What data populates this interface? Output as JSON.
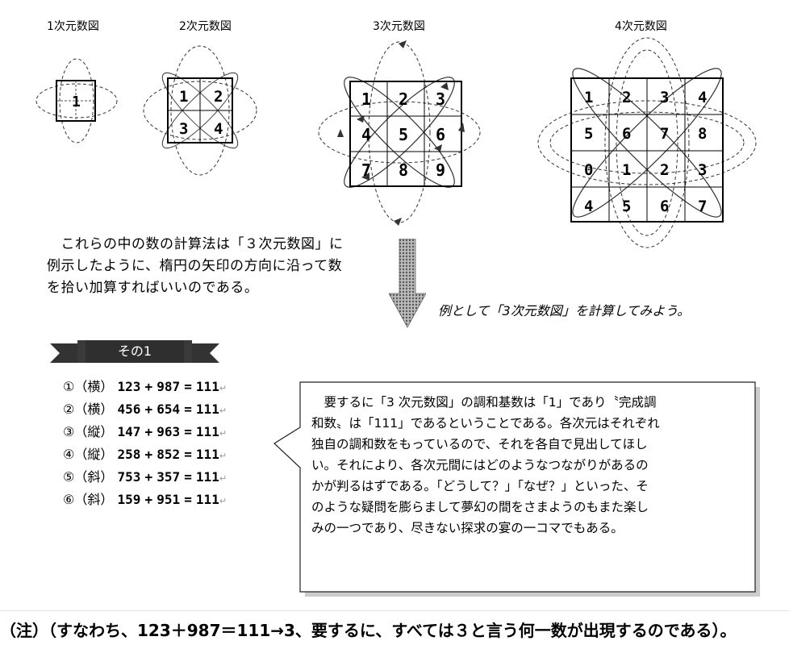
{
  "diagrams": [
    {
      "title": "1次元数図",
      "numbers": [
        [
          "1"
        ]
      ]
    },
    {
      "title": "2次元数図",
      "numbers": [
        [
          "1",
          "2"
        ],
        [
          "3",
          "4"
        ]
      ]
    },
    {
      "title": "3次元数図",
      "numbers": [
        [
          "1",
          "2",
          "3"
        ],
        [
          "4",
          "5",
          "6"
        ],
        [
          "7",
          "8",
          "9"
        ]
      ]
    },
    {
      "title": "4次元数図",
      "numbers": [
        [
          "1",
          "2",
          "3",
          "4"
        ],
        [
          "5",
          "6",
          "7",
          "8"
        ],
        [
          "0",
          "1",
          "2",
          "3"
        ],
        [
          "4",
          "5",
          "6",
          "7"
        ]
      ]
    }
  ],
  "intro_lines": [
    "　これらの中の数の計算法は「３次元数図」に",
    "例示したように、楕円の矢印の方向に沿って数",
    "を拾い加算すればいいのである。"
  ],
  "example_text": "例として「3次元数図」を計算してみよう。",
  "ribbon_label": "その1",
  "equations": [
    {
      "mark": "①",
      "kind": "（横）",
      "a": "123",
      "b": "987",
      "result": "111"
    },
    {
      "mark": "②",
      "kind": "（横）",
      "a": "456",
      "b": "654",
      "result": "111"
    },
    {
      "mark": "③",
      "kind": "（縦）",
      "a": "147",
      "b": "963",
      "result": "111"
    },
    {
      "mark": "④",
      "kind": "（縦）",
      "a": "258",
      "b": "852",
      "result": "111"
    },
    {
      "mark": "⑤",
      "kind": "（斜）",
      "a": "753",
      "b": "357",
      "result": "111"
    },
    {
      "mark": "⑥",
      "kind": "（斜）",
      "a": "159",
      "b": "951",
      "result": "111"
    }
  ],
  "callout_lines": [
    "　要するに「3 次元数図」の調和基数は「1」であり〝完成調",
    "和数〟は「111」であるということである。各次元はそれぞれ",
    "独自の調和数をもっているので、それを各自で見出してほし",
    "い。それにより、各次元間にはどのようなつながりがあるの",
    "かが判るはずである。「どうして？」「なぜ？」といった、そ",
    "のような疑問を膨らまして夢幻の間をさまようのもまた楽し",
    "みの一つであり、尽きない探求の宴の一コマでもある。"
  ],
  "note_text": "（注）（すなわち、123＋987＝111→3、要するに、すべては３と言う何一数が出現するのである）。",
  "colors": {
    "arrow_dark": "#555555",
    "arrow_light": "#bbbbbb",
    "ribbon": "#333333"
  }
}
